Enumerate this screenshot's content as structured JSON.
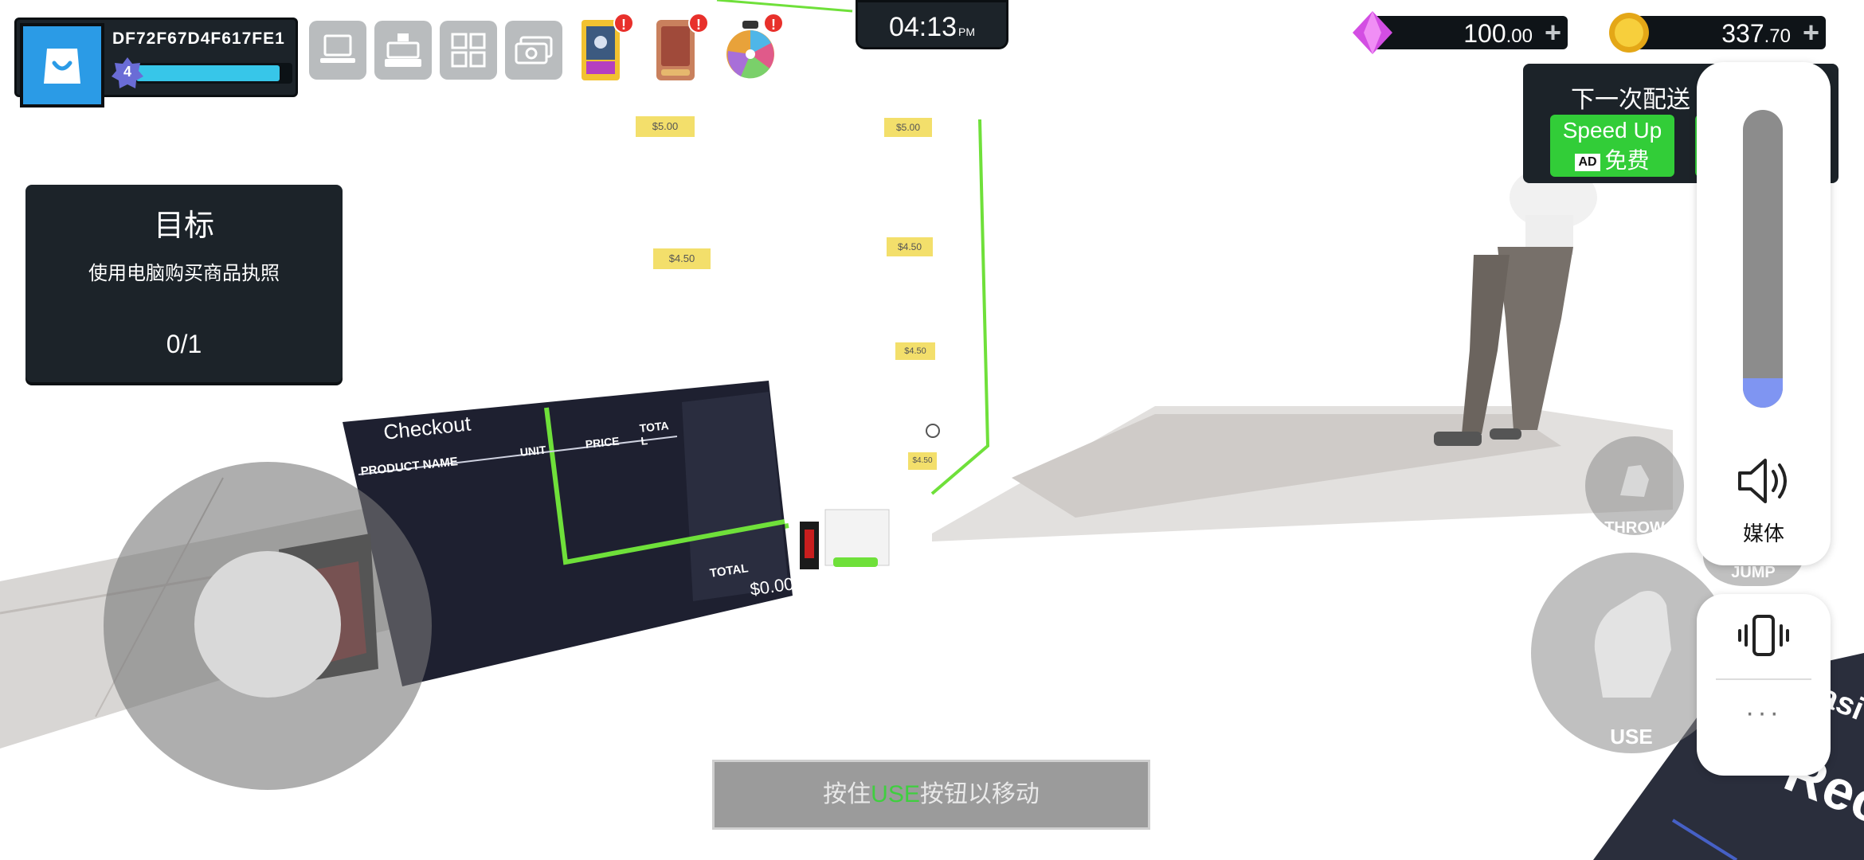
{
  "player": {
    "id": "DF72F67D4F617FE1",
    "level": "4",
    "xp_fraction": 0.92
  },
  "clock": {
    "time": "04:13",
    "ampm": "PM"
  },
  "currency": {
    "gems_int": "100",
    "gems_dec": ".00",
    "coins_int": "337",
    "coins_dec": ".70",
    "plus": "+"
  },
  "objective": {
    "title": "目标",
    "description": "使用电脑购买商品执照",
    "progress": "0/1"
  },
  "delivery": {
    "title": "下一次配送",
    "speed_up": "Speed Up",
    "ad_badge": "AD",
    "free": "免费"
  },
  "toolbar": {
    "alert_mark": "!"
  },
  "checkout": {
    "title": "Checkout",
    "col_product": "PRODUCT NAME",
    "col_unit": "UNIT",
    "col_price": "PRICE",
    "col_total": "TOTA",
    "col_total_tail": "L",
    "total_label": "TOTAL",
    "total_value": "$0.00"
  },
  "price_tags": [
    "$5.00",
    "$5.00",
    "$4.50",
    "$4.50",
    "$4.50",
    "$4.50"
  ],
  "actions": {
    "throw": "THROW",
    "jump": "JUMP",
    "use": "USE"
  },
  "volume": {
    "label": "媒体",
    "level": 0.1
  },
  "hint": {
    "pre": "按住",
    "key": "USE",
    "post": "按钮以移动"
  },
  "corner_sign": {
    "big": "Rec",
    "small": "asi"
  },
  "colors": {
    "accent_green": "#32cd38",
    "panel_dark": "#1c2329",
    "xp_cyan": "#37c6e9",
    "alert_red": "#e8302b",
    "volume_fill": "#7f95f2"
  }
}
